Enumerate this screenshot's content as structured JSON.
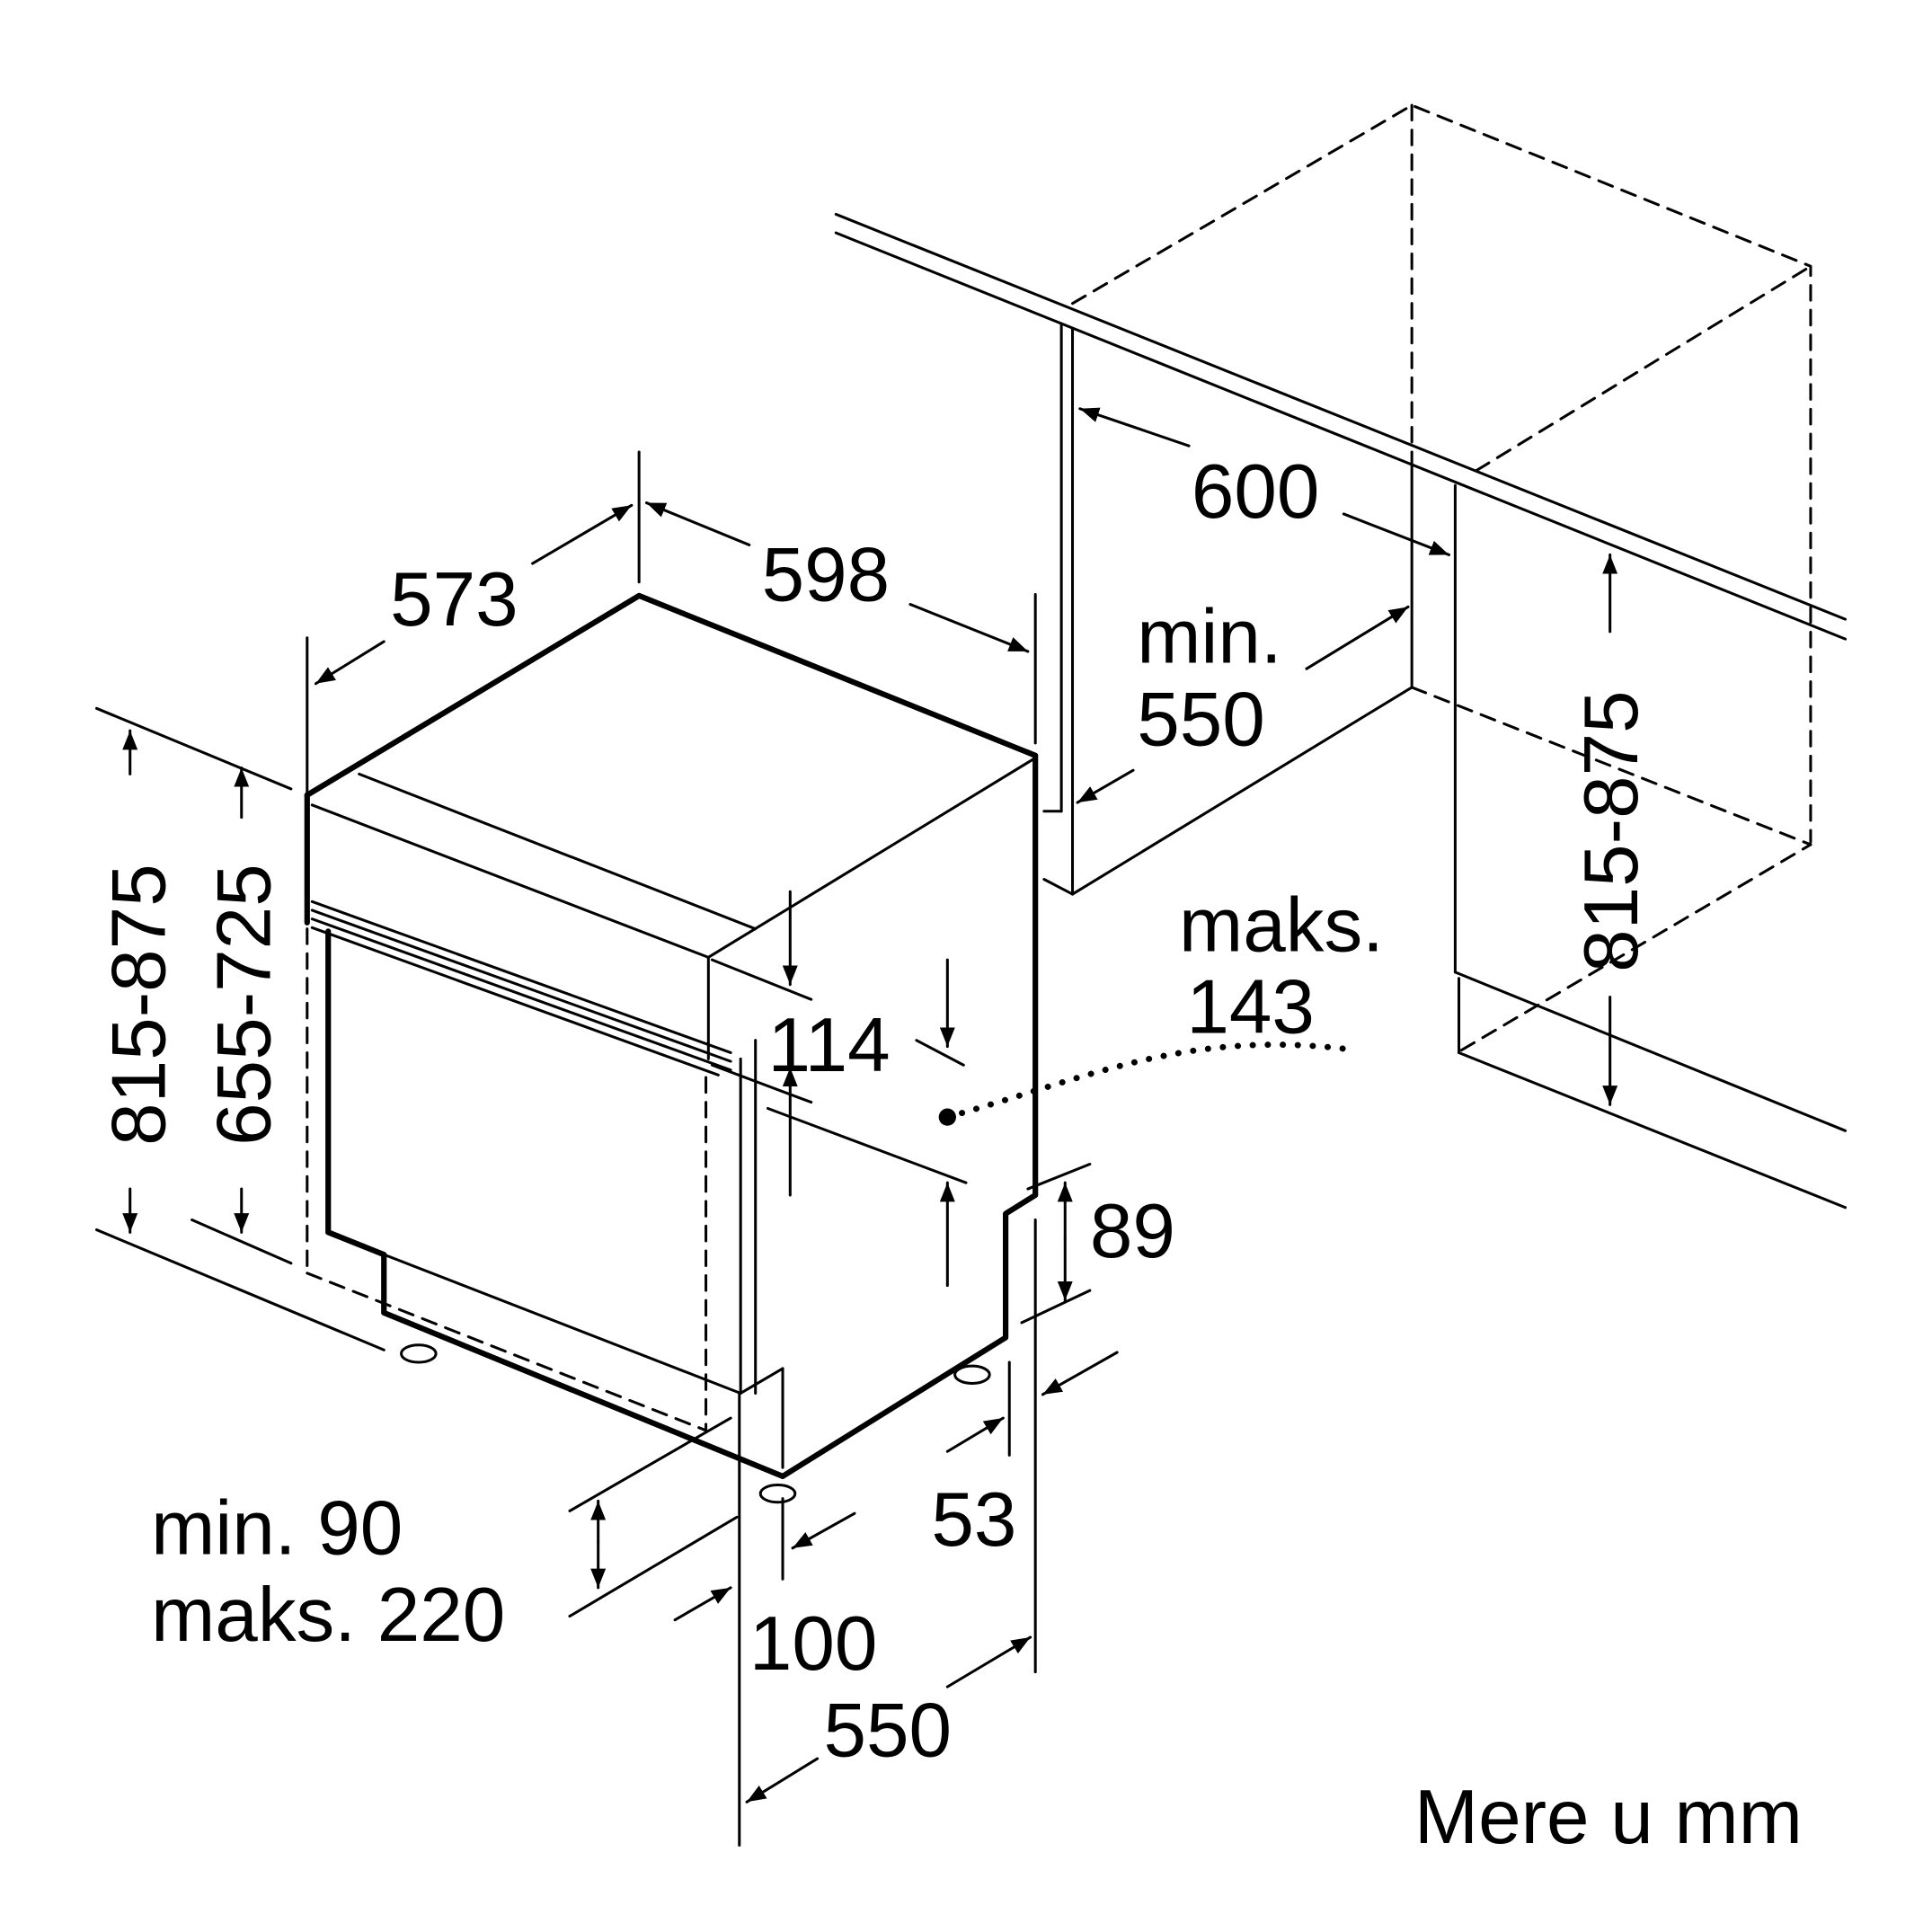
{
  "title": "Dishwasher installation dimensions",
  "unit_note": "Mere u mm",
  "dimensions": {
    "depth_top": "573",
    "width_top": "598",
    "height_left_outer": "815-875",
    "height_left_inner": "655-725",
    "niche_width": "600",
    "niche_depth_min_label": "min.",
    "niche_depth_min_value": "550",
    "niche_height": "815-875",
    "panel_height": "114",
    "door_max_label": "maks.",
    "door_max_value": "143",
    "plinth_step": "89",
    "plinth_offset": "53",
    "plinth_min": "min. 90",
    "plinth_max": "maks. 220",
    "plinth_depth": "100",
    "base_depth": "550"
  }
}
